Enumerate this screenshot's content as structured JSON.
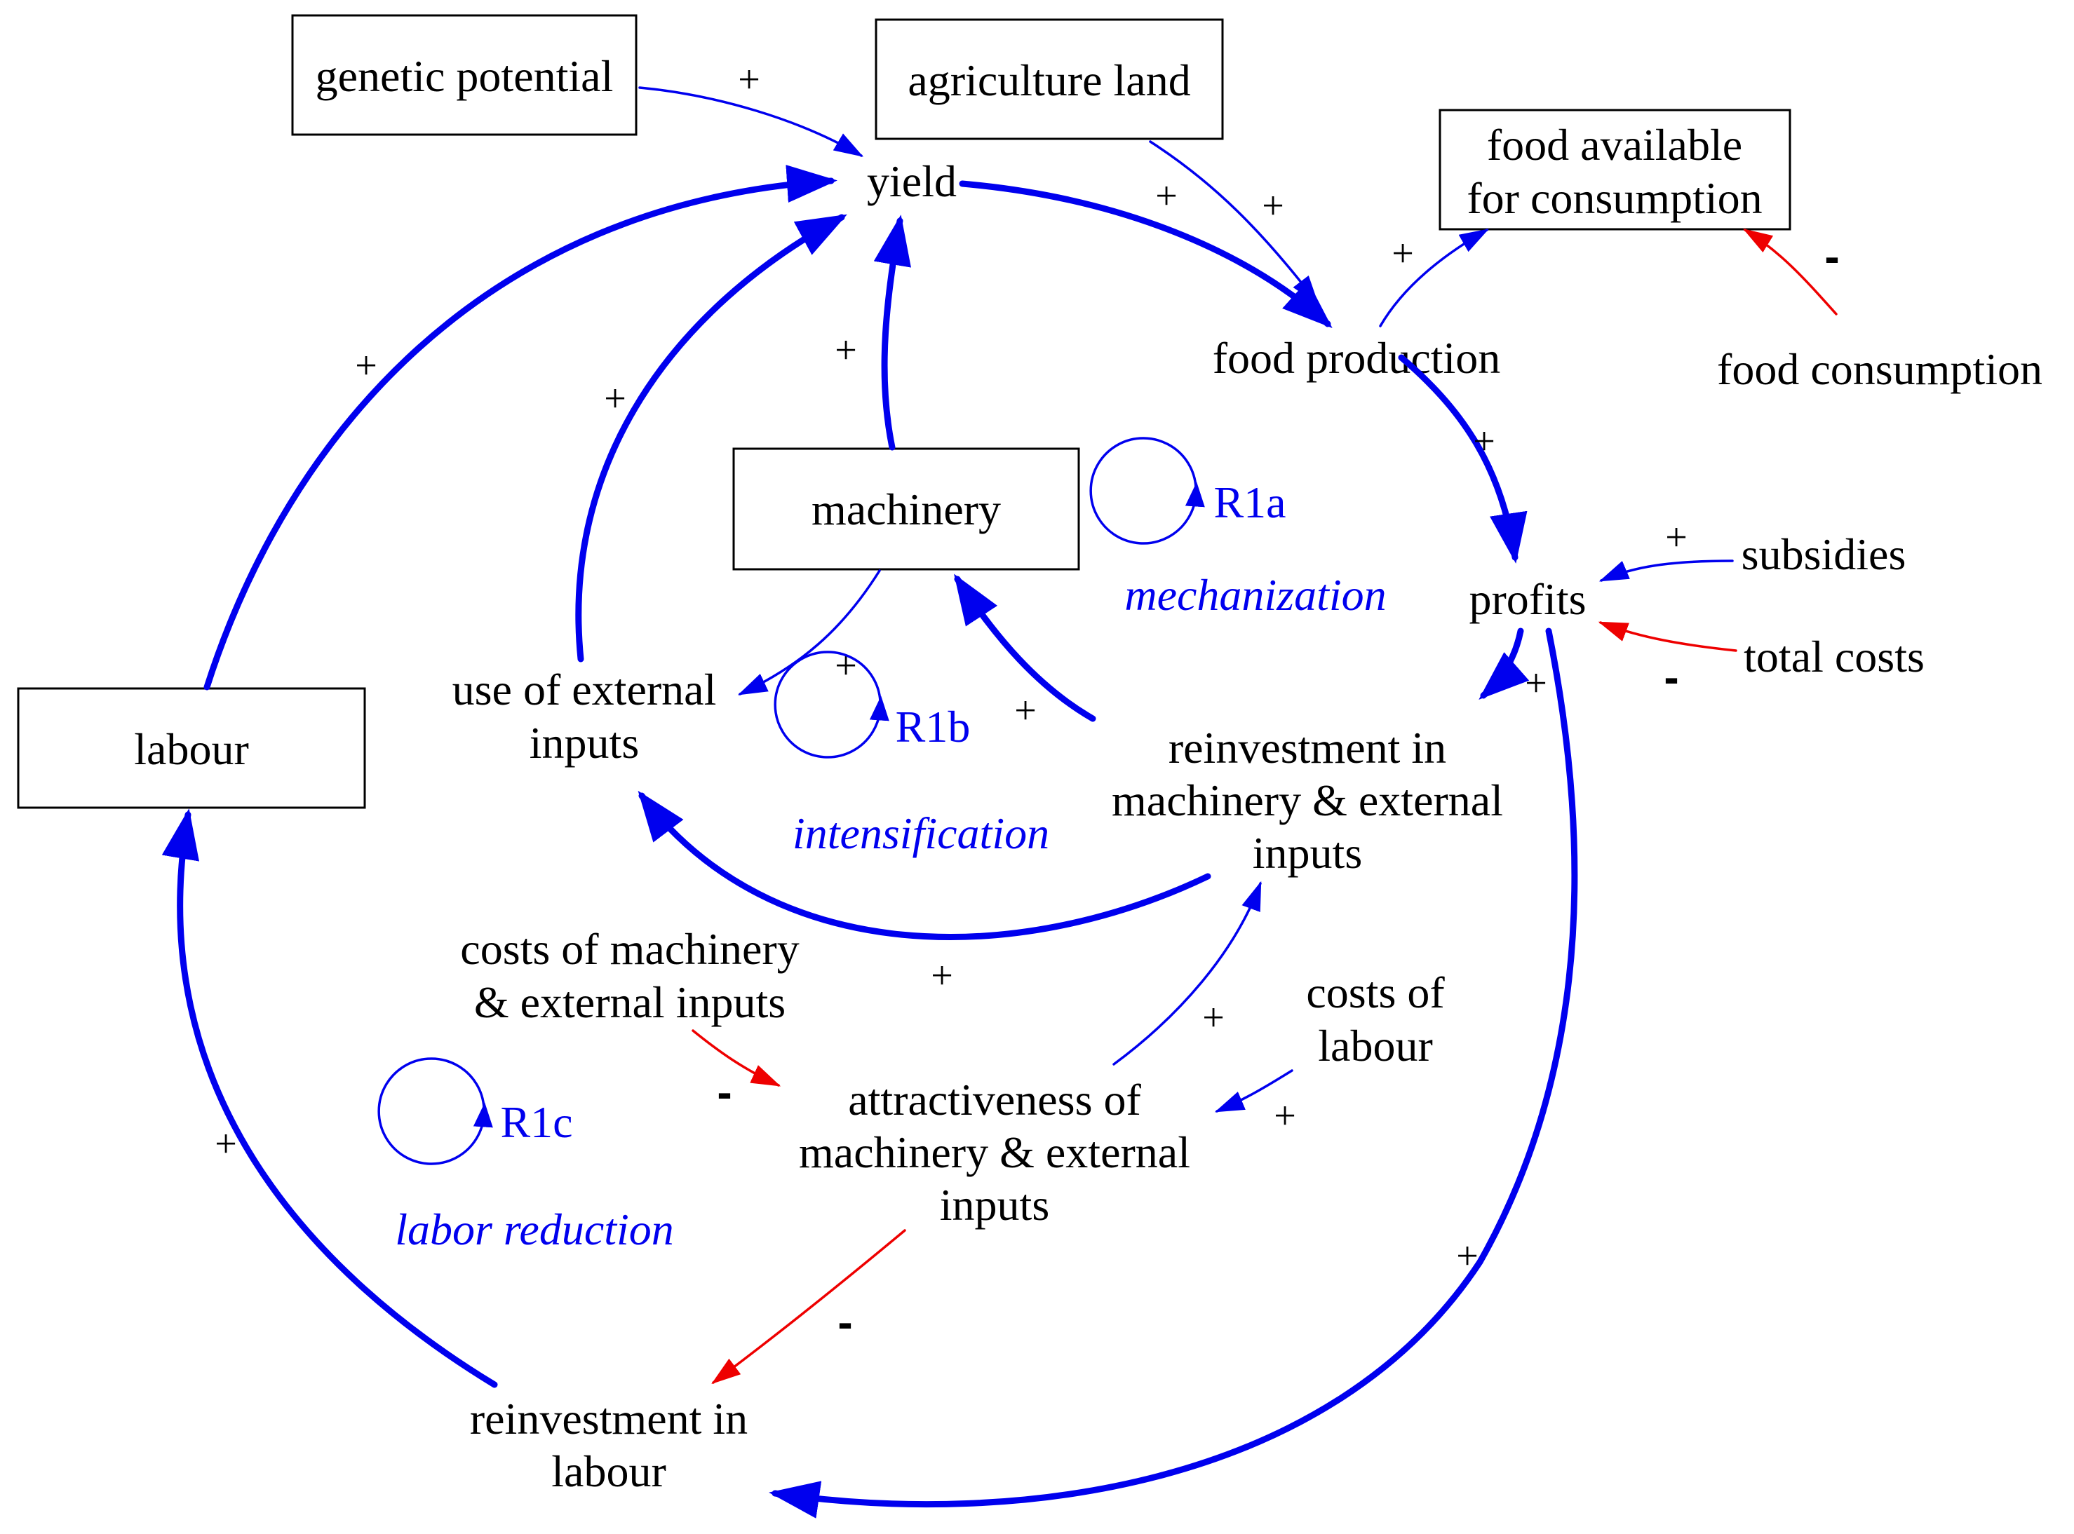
{
  "colors": {
    "positive": "#0000ee",
    "negative": "#ee0000",
    "text": "#000000"
  },
  "nodes": {
    "genetic_potential": "genetic potential",
    "agriculture_land": "agriculture land",
    "food_available": [
      "food available",
      "for consumption"
    ],
    "yield": "yield",
    "food_production": "food production",
    "food_consumption": "food consumption",
    "machinery": "machinery",
    "profits": "profits",
    "subsidies": "subsidies",
    "total_costs": "total costs",
    "labour": "labour",
    "use_of_external_inputs": [
      "use of external",
      "inputs"
    ],
    "reinvestment_machinery": [
      "reinvestment in",
      "machinery & external",
      "inputs"
    ],
    "costs_machinery": [
      "costs of machinery",
      "& external inputs"
    ],
    "costs_labour": [
      "costs of",
      "labour"
    ],
    "attractiveness": [
      "attractiveness of",
      "machinery & external",
      "inputs"
    ],
    "reinvestment_labour": [
      "reinvestment in",
      "labour"
    ]
  },
  "loops": {
    "r1a": {
      "label": "R1a",
      "name": "mechanization"
    },
    "r1b": {
      "label": "R1b",
      "name": "intensification"
    },
    "r1c": {
      "label": "R1c",
      "name": "labor reduction"
    }
  },
  "signs": {
    "plus": "+",
    "minus": "-"
  }
}
